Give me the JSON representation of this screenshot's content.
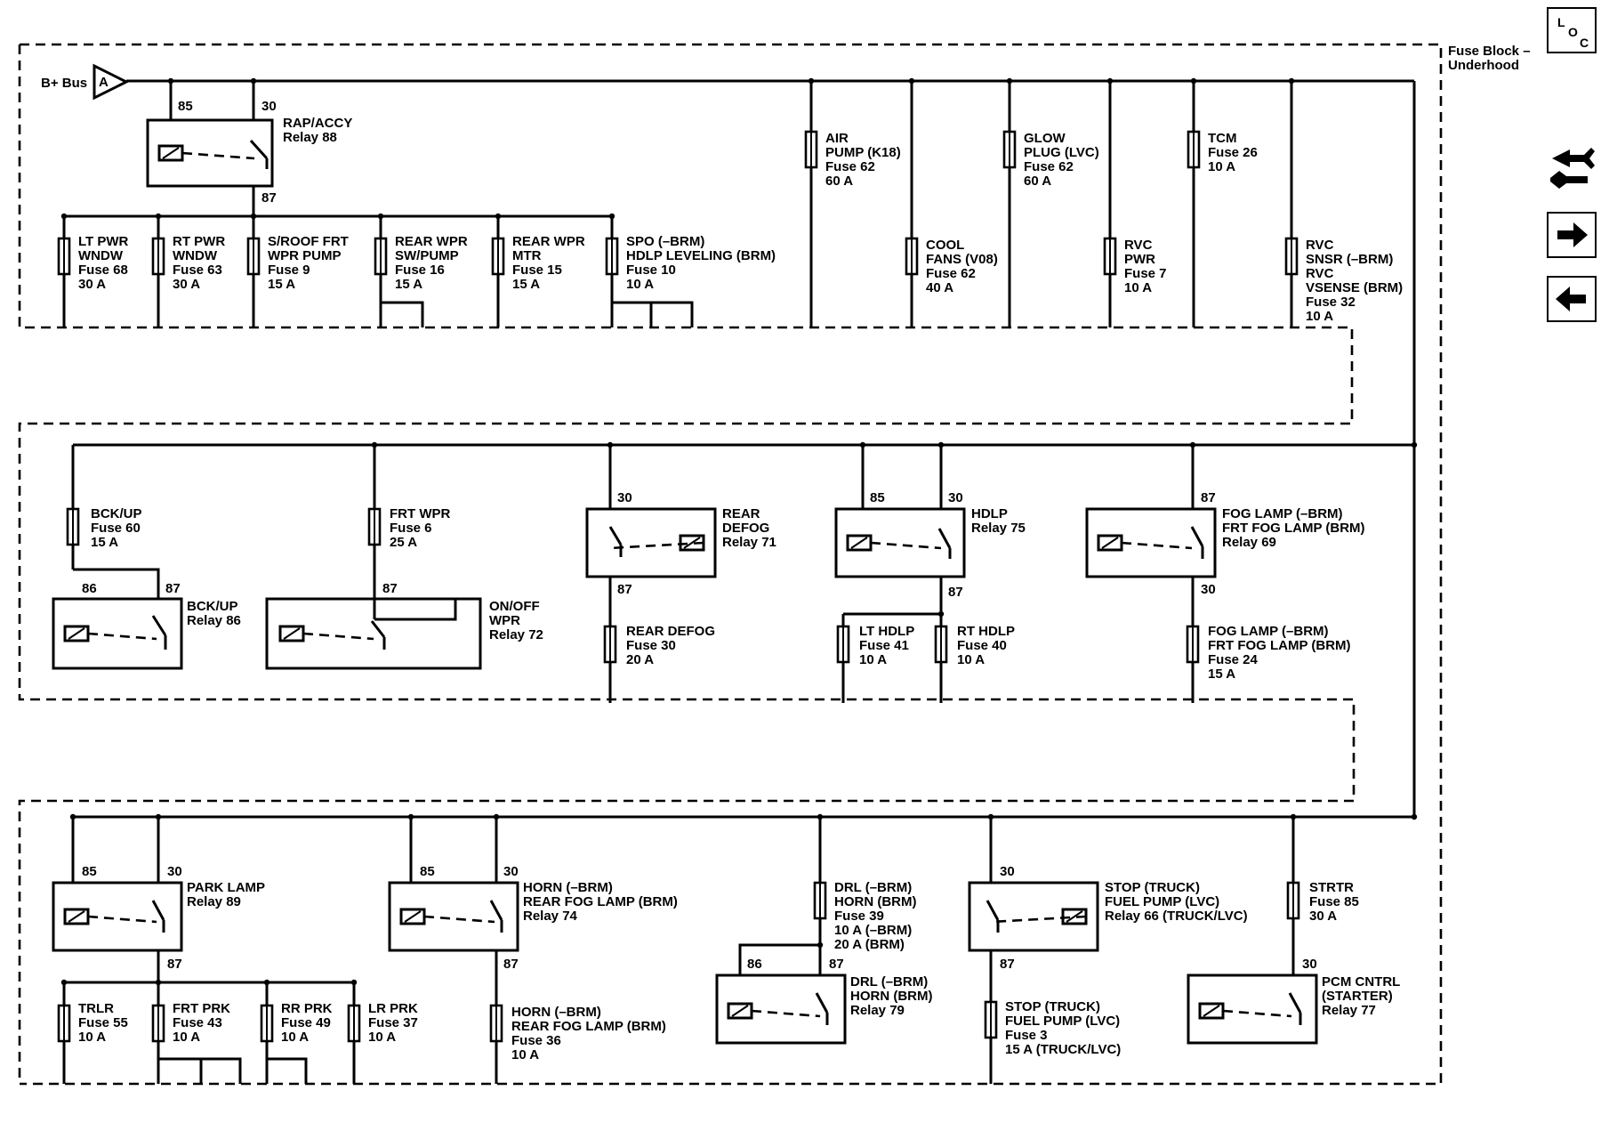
{
  "panel": {
    "title": "Fuse Block –\nUnderhood"
  },
  "bus": {
    "label": "B+ Bus",
    "connector": "A"
  },
  "nav": {
    "loc_icon": "loc-icon",
    "component_locator_icon": "wrench-connector-icon",
    "next_icon": "arrow-right-icon",
    "previous_icon": "arrow-left-icon"
  },
  "top_section": {
    "relay88": {
      "name": "RAP/ACCY\nRelay 88",
      "pins": [
        "85",
        "30",
        "87"
      ]
    },
    "fuses": [
      {
        "label": "LT PWR\nWNDW\nFuse 68\n30 A"
      },
      {
        "label": "RT PWR\nWNDW\nFuse 63\n30 A"
      },
      {
        "label": "S/ROOF FRT\nWPR PUMP\nFuse 9\n15 A"
      },
      {
        "label": "REAR WPR\nSW/PUMP\nFuse 16\n15 A"
      },
      {
        "label": "REAR WPR\nMTR\nFuse 15\n15 A"
      },
      {
        "label": "SPO (–BRM)\nHDLP LEVELING (BRM)\nFuse 10\n10 A"
      },
      {
        "label": "AIR\nPUMP (K18)\nFuse 62\n60 A"
      },
      {
        "label": "COOL\nFANS (V08)\nFuse 62\n40 A"
      },
      {
        "label": "GLOW\nPLUG (LVC)\nFuse 62\n60 A"
      },
      {
        "label": "RVC\nPWR\nFuse 7\n10 A"
      },
      {
        "label": "TCM\nFuse 26\n10 A"
      },
      {
        "label": "RVC\nSNSR (–BRM)\nRVC\nVSENSE (BRM)\nFuse 32\n10 A"
      }
    ]
  },
  "middle_section": {
    "fuses": [
      {
        "label": "BCK/UP\nFuse 60\n15 A"
      },
      {
        "label": "FRT WPR\nFuse 6\n25 A"
      },
      {
        "label": "REAR DEFOG\nFuse 30\n20 A"
      },
      {
        "label": "LT HDLP\nFuse 41\n10 A"
      },
      {
        "label": "RT HDLP\nFuse 40\n10 A"
      },
      {
        "label": "FOG LAMP (–BRM)\nFRT FOG LAMP (BRM)\nFuse 24\n15 A"
      }
    ],
    "relays": [
      {
        "name": "BCK/UP\nRelay 86",
        "pins": [
          "86",
          "87"
        ]
      },
      {
        "name": "ON/OFF\nWPR\nRelay 72",
        "pins": [
          "87"
        ]
      },
      {
        "name": "REAR\nDEFOG\nRelay 71",
        "pins": [
          "30",
          "87"
        ]
      },
      {
        "name": "HDLP\nRelay 75",
        "pins": [
          "85",
          "30",
          "87"
        ]
      },
      {
        "name": "FOG LAMP (–BRM)\nFRT FOG LAMP (BRM)\nRelay 69",
        "pins": [
          "87",
          "30"
        ]
      }
    ]
  },
  "bottom_section": {
    "fuses": [
      {
        "label": "TRLR\nFuse 55\n10 A"
      },
      {
        "label": "FRT PRK\nFuse 43\n10 A"
      },
      {
        "label": "RR PRK\nFuse 49\n10 A"
      },
      {
        "label": "LR PRK\nFuse 37\n10 A"
      },
      {
        "label": "HORN (–BRM)\nREAR FOG LAMP (BRM)\nFuse 36\n10 A"
      },
      {
        "label": "DRL (–BRM)\nHORN (BRM)\nFuse 39\n10 A (–BRM)\n20 A (BRM)"
      },
      {
        "label": "STOP (TRUCK)\nFUEL PUMP (LVC)\nFuse 3\n15 A (TRUCK/LVC)"
      },
      {
        "label": "STRTR\nFuse 85\n30 A"
      }
    ],
    "relays": [
      {
        "name": "PARK LAMP\nRelay 89",
        "pins": [
          "85",
          "30",
          "87"
        ]
      },
      {
        "name": "HORN (–BRM)\nREAR FOG LAMP (BRM)\nRelay 74",
        "pins": [
          "85",
          "30",
          "87"
        ]
      },
      {
        "name": "DRL (–BRM)\nHORN (BRM)\nRelay 79",
        "pins": [
          "86",
          "87"
        ]
      },
      {
        "name": "STOP (TRUCK)\nFUEL PUMP (LVC)\nRelay 66 (TRUCK/LVC)",
        "pins": [
          "30",
          "87"
        ]
      },
      {
        "name": "PCM CNTRL\n(STARTER)\nRelay 77",
        "pins": [
          "30"
        ]
      }
    ]
  }
}
